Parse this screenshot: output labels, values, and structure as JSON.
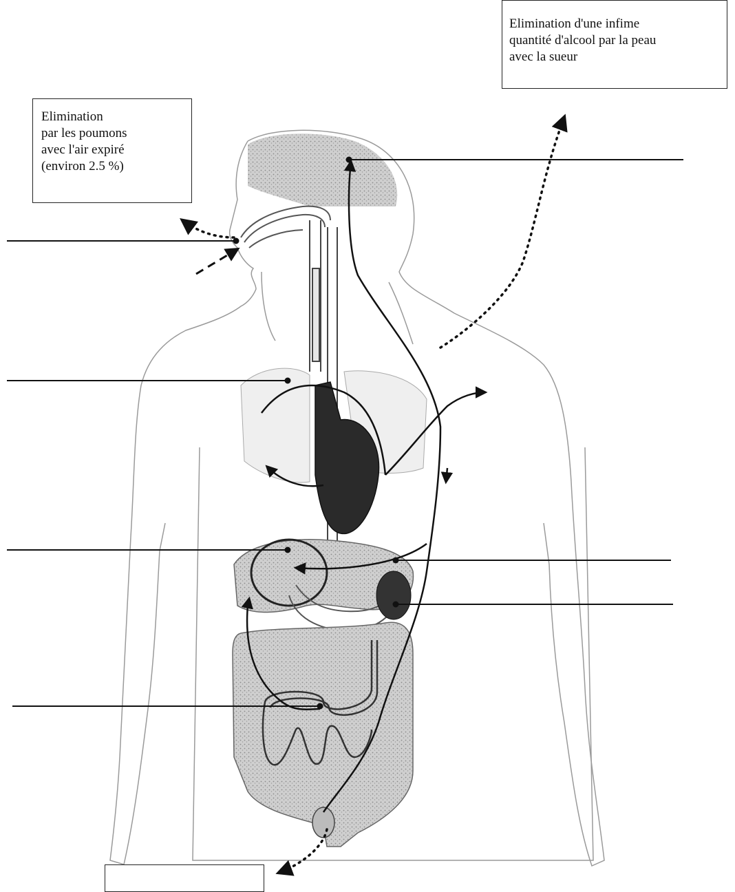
{
  "boxes": {
    "lungs": {
      "lines": [
        "Elimination",
        "par les poumons",
        "avec l'air expiré",
        "(environ 2.5 %)"
      ]
    },
    "skin": {
      "lines": [
        "Elimination d'une infime",
        "quantité d'alcool par la peau",
        "avec la sueur"
      ]
    },
    "bottom": {
      "lines": []
    }
  },
  "colors": {
    "ink": "#111111",
    "organ_fill": "#c9c9c9",
    "heart_fill": "#2a2a2a",
    "body_outline": "#9a9a9a"
  }
}
